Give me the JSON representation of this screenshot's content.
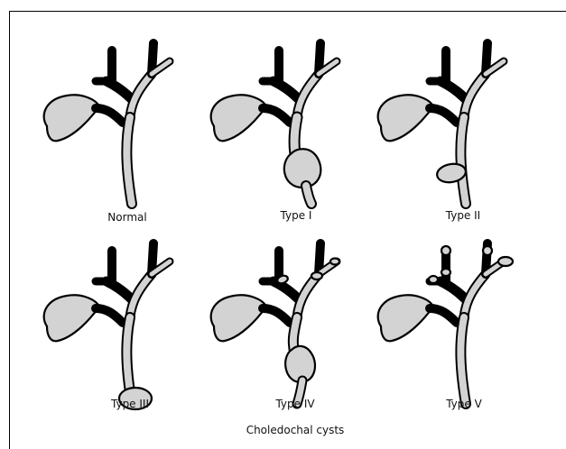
{
  "figure": {
    "title": "Choledochal cysts",
    "panels": [
      {
        "label": "Normal",
        "variant": "normal"
      },
      {
        "label": "Type I",
        "variant": "type-1"
      },
      {
        "label": "Type II",
        "variant": "type-2"
      },
      {
        "label": "Type III",
        "variant": "type-3"
      },
      {
        "label": "Type IV",
        "variant": "type-4"
      },
      {
        "label": "Type V",
        "variant": "type-5"
      }
    ]
  },
  "colors": {
    "duct_fill": "#d3d3d3",
    "duct_outline": "#000000",
    "background": "#ffffff"
  }
}
